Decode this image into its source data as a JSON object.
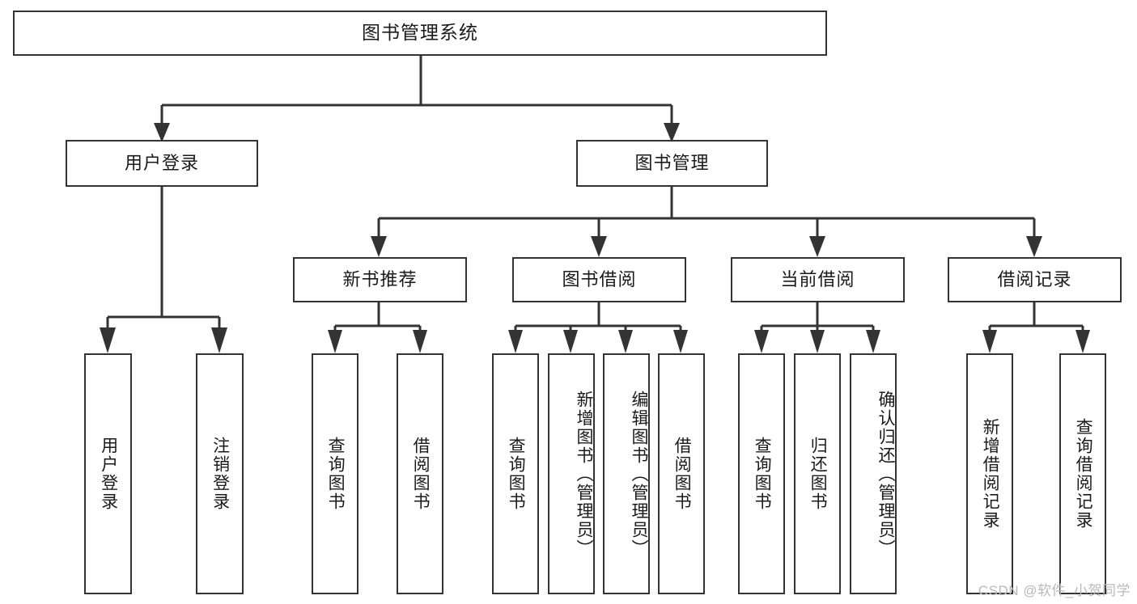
{
  "diagram": {
    "title": "图书管理系统",
    "type": "tree",
    "colors": {
      "box_border": "#333333",
      "box_fill": "#ffffff",
      "connector": "#333333",
      "text": "#1a1a1a",
      "watermark": "#b9b9b9"
    },
    "root": {
      "label": "图书管理系统"
    },
    "level2": [
      {
        "label": "用户登录"
      },
      {
        "label": "图书管理"
      }
    ],
    "level3": [
      {
        "label": "新书推荐"
      },
      {
        "label": "图书借阅"
      },
      {
        "label": "当前借阅"
      },
      {
        "label": "借阅记录"
      }
    ],
    "leaves": {
      "user_login": [
        {
          "label": "用户登录"
        },
        {
          "label": "注销登录"
        }
      ],
      "new_book": [
        {
          "label": "查询图书"
        },
        {
          "label": "借阅图书"
        }
      ],
      "book_borrow": [
        {
          "label": "查询图书"
        },
        {
          "label": "新增图书（管理员）"
        },
        {
          "label": "编辑图书（管理员）"
        },
        {
          "label": "借阅图书"
        }
      ],
      "current_borrow": [
        {
          "label": "查询图书"
        },
        {
          "label": "归还图书"
        },
        {
          "label": "确认归还（管理员）"
        }
      ],
      "borrow_record": [
        {
          "label": "新增借阅记录"
        },
        {
          "label": "查询借阅记录"
        }
      ]
    },
    "watermark": "CSDN @软件_小贺同学"
  }
}
